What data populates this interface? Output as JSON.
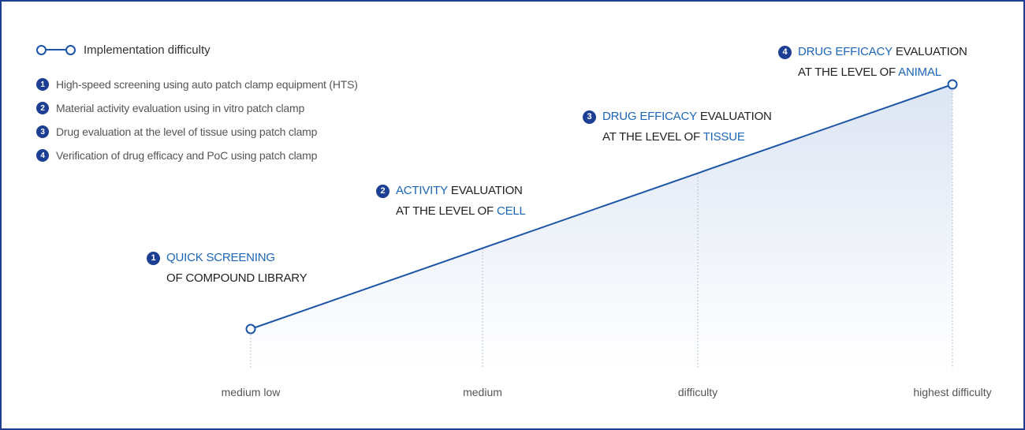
{
  "legend": {
    "title": "Implementation difficulty",
    "icon": "line-with-endpoints-icon"
  },
  "list_items": [
    {
      "num": "1",
      "text": "High-speed screening using auto patch clamp equipment (HTS)"
    },
    {
      "num": "2",
      "text": "Material activity evaluation using in vitro patch clamp"
    },
    {
      "num": "3",
      "text": "Drug evaluation at the level of tissue using patch clamp"
    },
    {
      "num": "4",
      "text": "Verification of drug efficacy and PoC using patch clamp"
    }
  ],
  "stages": [
    {
      "num": "1",
      "l1_hl": "QUICK SCREENING",
      "l1_rest": "",
      "l2_pre": "OF COMPOUND LIBRARY",
      "l2_hl": ""
    },
    {
      "num": "2",
      "l1_hl": "ACTIVITY",
      "l1_rest": " EVALUATION",
      "l2_pre": "AT THE LEVEL OF ",
      "l2_hl": "CELL"
    },
    {
      "num": "3",
      "l1_hl": "DRUG EFFICACY",
      "l1_rest": " EVALUATION",
      "l2_pre": "AT THE LEVEL OF ",
      "l2_hl": "TISSUE"
    },
    {
      "num": "4",
      "l1_hl": "DRUG EFFICACY",
      "l1_rest": " EVALUATION",
      "l2_pre": "AT THE LEVEL OF ",
      "l2_hl": "ANIMAL"
    }
  ],
  "x_labels": [
    "medium low",
    "medium",
    "difficulty",
    "highest difficulty"
  ],
  "colors": {
    "accent": "#1c66b6",
    "line": "#1c55a8",
    "border": "#1c3f94",
    "badge": "#1c3f94"
  }
}
